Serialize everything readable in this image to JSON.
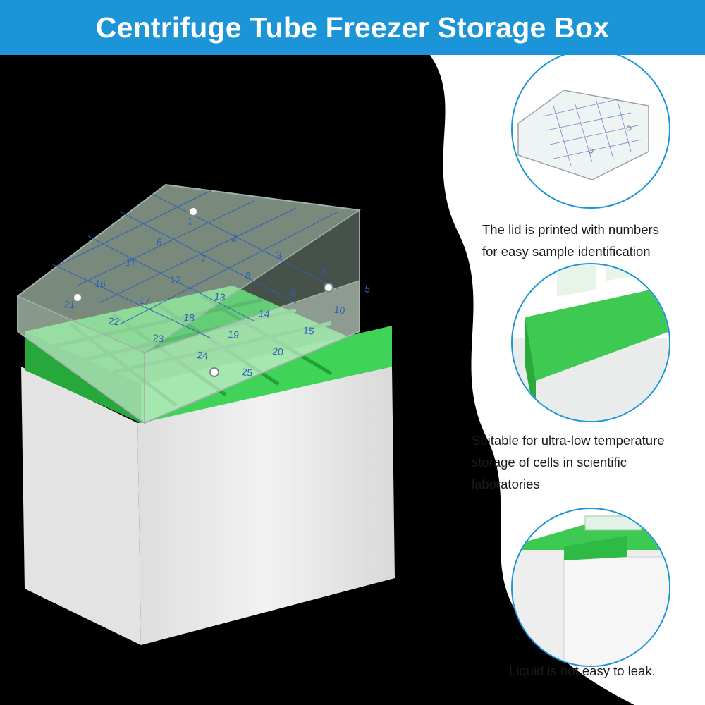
{
  "banner": {
    "title": "Centrifuge Tube Freezer Storage Box",
    "color": "#1b95d8"
  },
  "lid_numbers": [
    "1",
    "2",
    "3",
    "4",
    "5",
    "6",
    "7",
    "8",
    "9",
    "10",
    "11",
    "12",
    "13",
    "14",
    "15",
    "16",
    "17",
    "18",
    "19",
    "20",
    "21",
    "22",
    "23",
    "24",
    "25"
  ],
  "details": [
    {
      "name": "lid-detail",
      "lines": [
        "The lid is printed with numbers",
        "for easy sample identification"
      ]
    },
    {
      "name": "grid-detail",
      "lines": [
        "Suitable for ultra-low temperature",
        "storage of cells in scientific",
        "laboratories"
      ]
    },
    {
      "name": "seal-detail",
      "lines": [
        "Liquid is not easy to leak."
      ]
    }
  ],
  "colors": {
    "background_left": "#000000",
    "accent_green": "#34c94a",
    "base_white": "#e9e9e9",
    "lid_print_blue": "#2d5fb8"
  }
}
